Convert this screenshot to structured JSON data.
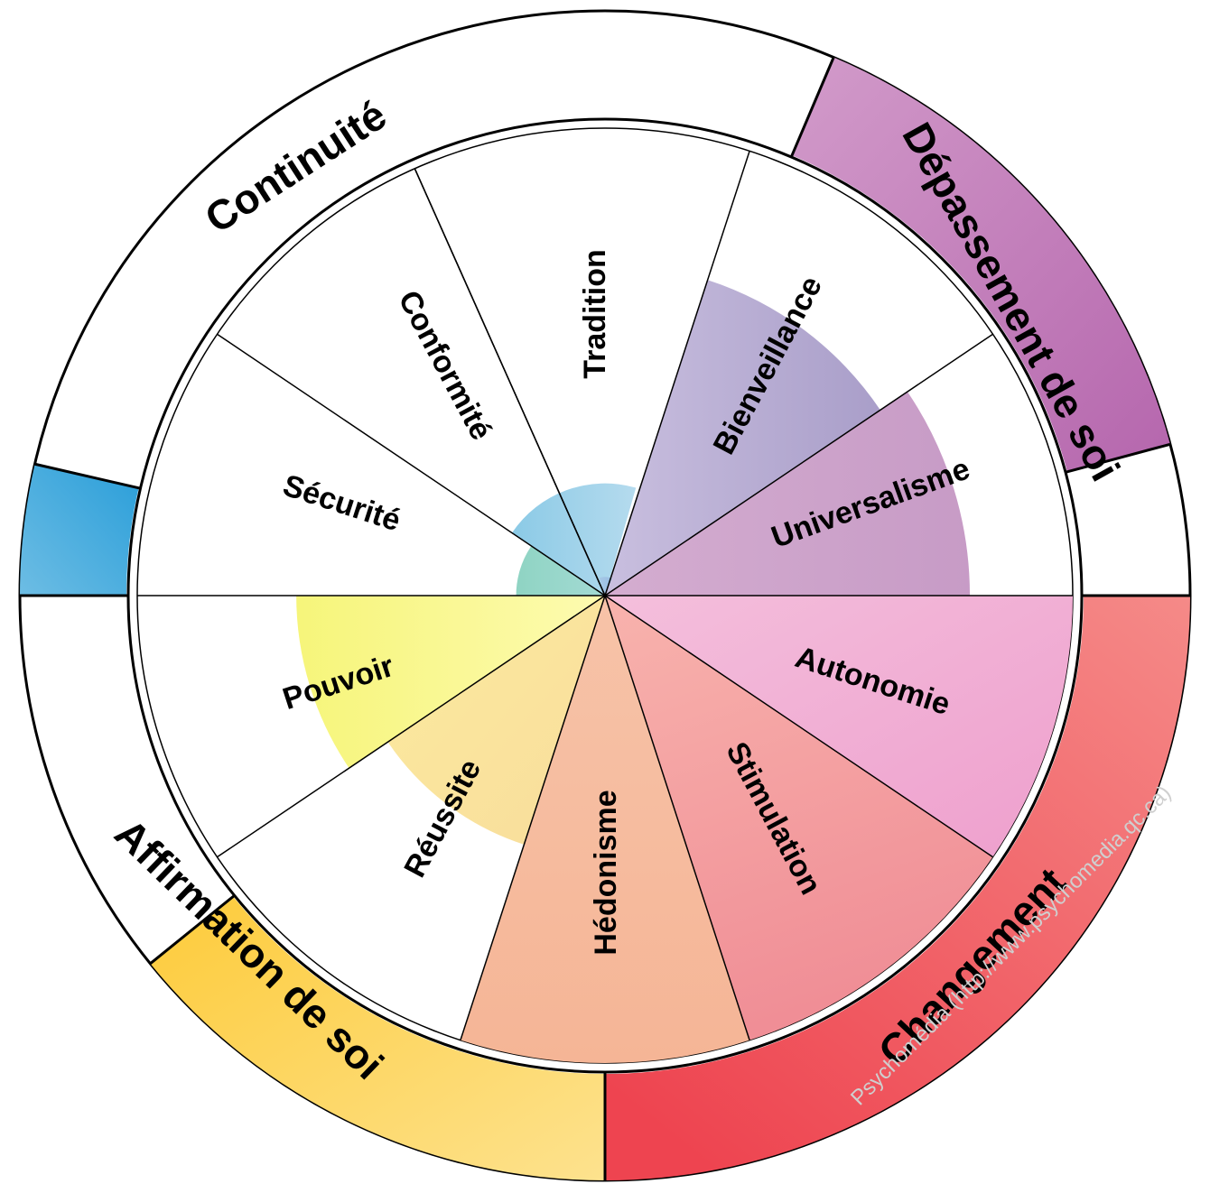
{
  "values": [
    {
      "key": "tradition",
      "label": "Tradition"
    },
    {
      "key": "bienveillance",
      "label": "Bienveillance",
      "colors": [
        "#c3b6da",
        "#a79cc9"
      ],
      "level": 0.71
    },
    {
      "key": "universalisme",
      "label": "Universalisme",
      "colors": [
        "#d0a6cc",
        "#c598c4"
      ],
      "level": 0.78
    },
    {
      "key": "autonomie",
      "label": "Autonomie",
      "colors": [
        "#f2b8d8",
        "#ee9ccc"
      ],
      "level": 1.0
    },
    {
      "key": "stimulation",
      "label": "Stimulation",
      "colors": [
        "#f7aaa8",
        "#f29a9a"
      ],
      "level": 1.0
    },
    {
      "key": "hedonisme",
      "label": "Hédonisme",
      "colors": [
        "#f9c9ae",
        "#f6b898"
      ],
      "level": 1.0
    },
    {
      "key": "reussite",
      "label": "Réussite",
      "colors": [
        "#fbe8a8",
        "#f8dc90"
      ],
      "level": 0.56
    },
    {
      "key": "pouvoir",
      "label": "Pouvoir",
      "colors": [
        "#fafa98",
        "#f4f47a"
      ],
      "level": 0.66
    },
    {
      "key": "securite",
      "label": "Sécurité",
      "colors": [
        "#9ad8cd",
        "#8fd4c3"
      ],
      "level": 0.19
    },
    {
      "key": "conformite",
      "label": "Conformité",
      "colors": [
        "#a7d6ec",
        "#8ccbe6"
      ],
      "level": 0.23
    },
    {
      "key": "tradition_inner",
      "label": "",
      "colors": [
        "#a7c8e6",
        "#98bde2"
      ],
      "level": 0.02
    }
  ],
  "dimensions": [
    {
      "key": "depassement",
      "label": "Dépassement de soi",
      "colors": [
        "#d29bca",
        "#b768af"
      ]
    },
    {
      "key": "changement",
      "label": "Changement",
      "colors": [
        "#f58585",
        "#ee4a54"
      ]
    },
    {
      "key": "affirmation",
      "label": "Affirmation de soi",
      "colors": [
        "#fdd14a",
        "#fde08a"
      ]
    },
    {
      "key": "continuite",
      "label": "Continuité",
      "colors": [
        "#5fb7e2",
        "#2a9ed9"
      ]
    }
  ],
  "credit": "Psychomédia (http://www.psychomedia.qc.ca)"
}
